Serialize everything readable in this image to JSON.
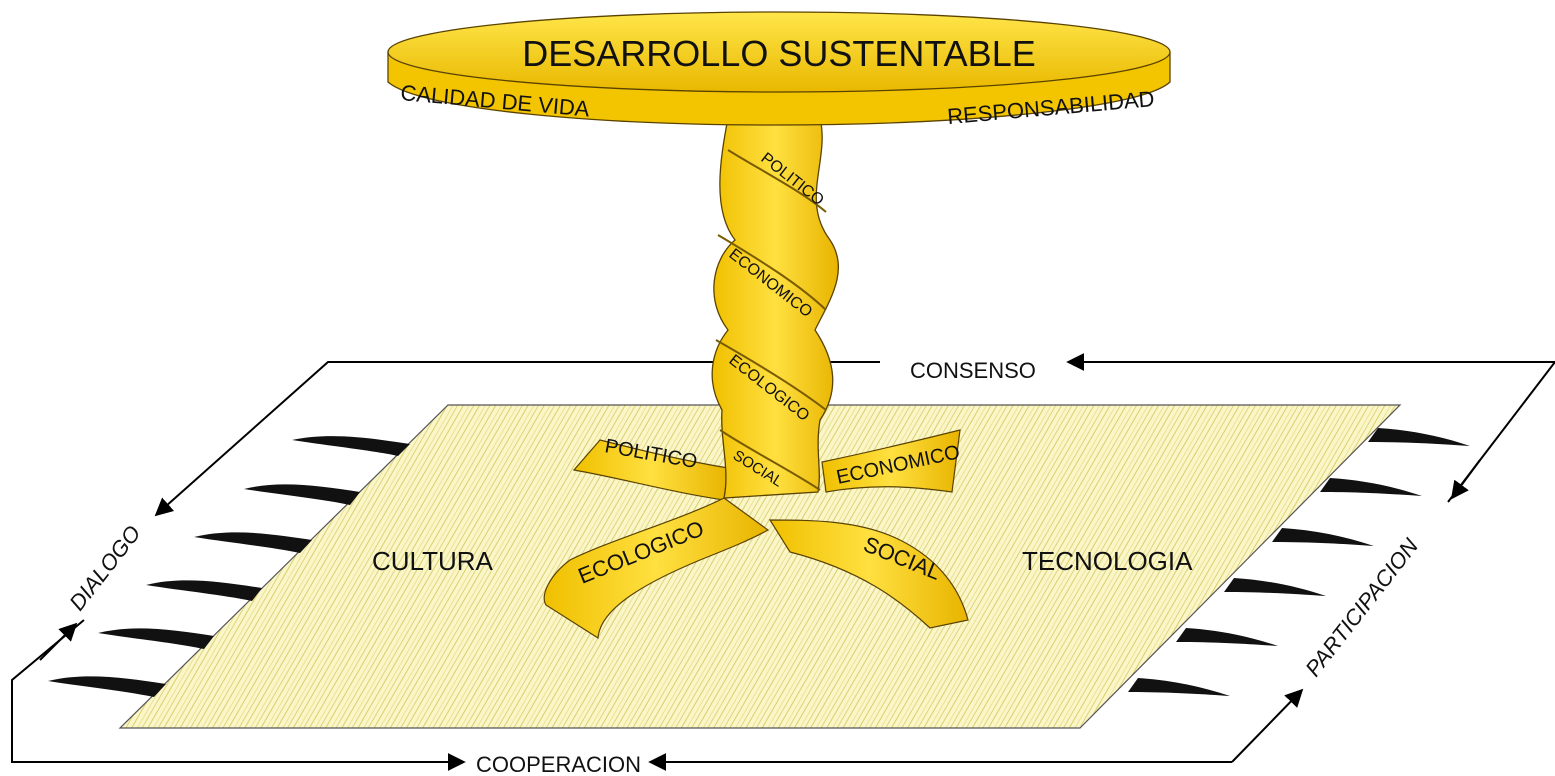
{
  "diagram": {
    "tabletop": {
      "title": "DESARROLLO SUSTENTABLE",
      "left_label": "CALIDAD DE VIDA",
      "right_label": "RESPONSABILIDAD"
    },
    "column_strands": [
      "POLITICO",
      "ECONOMICO",
      "ECOLOGICO",
      "SOCIAL"
    ],
    "legs": {
      "back_left": "POLITICO",
      "back_right": "ECONOMICO",
      "front_left": "ECOLOGICO",
      "front_right": "SOCIAL"
    },
    "rug": {
      "left": "CULTURA",
      "right": "TECNOLOGIA"
    },
    "frame": {
      "top": "CONSENSO",
      "bottom": "COOPERACION",
      "left": "DIALOGO",
      "right": "PARTICIPACION"
    }
  }
}
